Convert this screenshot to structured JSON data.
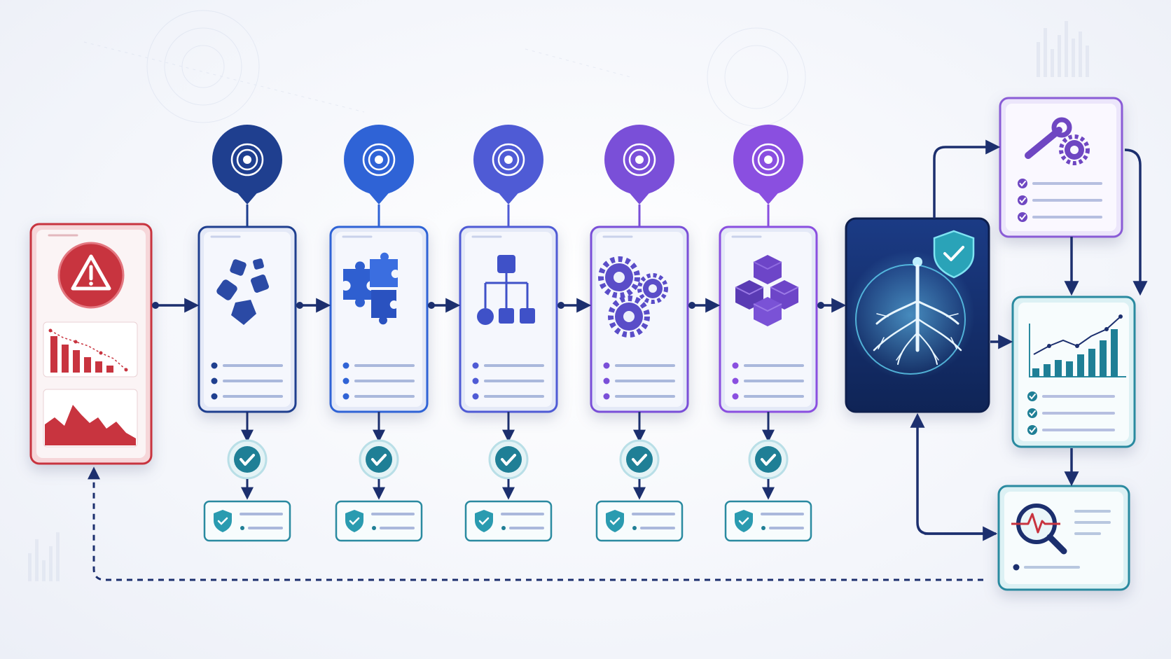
{
  "diagram": {
    "type": "flow-diagram",
    "stages": [
      {
        "id": "stage-1",
        "color": "#1f3f8f",
        "icon": "fragments-icon"
      },
      {
        "id": "stage-2",
        "color": "#2f63d6",
        "icon": "puzzle-icon"
      },
      {
        "id": "stage-3",
        "color": "#4f5bd5",
        "icon": "hierarchy-icon"
      },
      {
        "id": "stage-4",
        "color": "#7a4fd8",
        "icon": "gears-icon"
      },
      {
        "id": "stage-5",
        "color": "#8a4fe0",
        "icon": "cubes-icon"
      }
    ],
    "colors": {
      "alert_red": "#c8343f",
      "navy": "#1c2f6e",
      "teal": "#2a8aa0",
      "purple": "#8a5cd6",
      "root_card": "#14306e"
    },
    "icons": {
      "start": "warning-icon",
      "root": "root-tree-icon",
      "shield": "shield-check-icon",
      "tools": "wrench-gear-icon",
      "metrics": "growth-chart-icon",
      "monitor": "magnifier-pulse-icon"
    }
  }
}
